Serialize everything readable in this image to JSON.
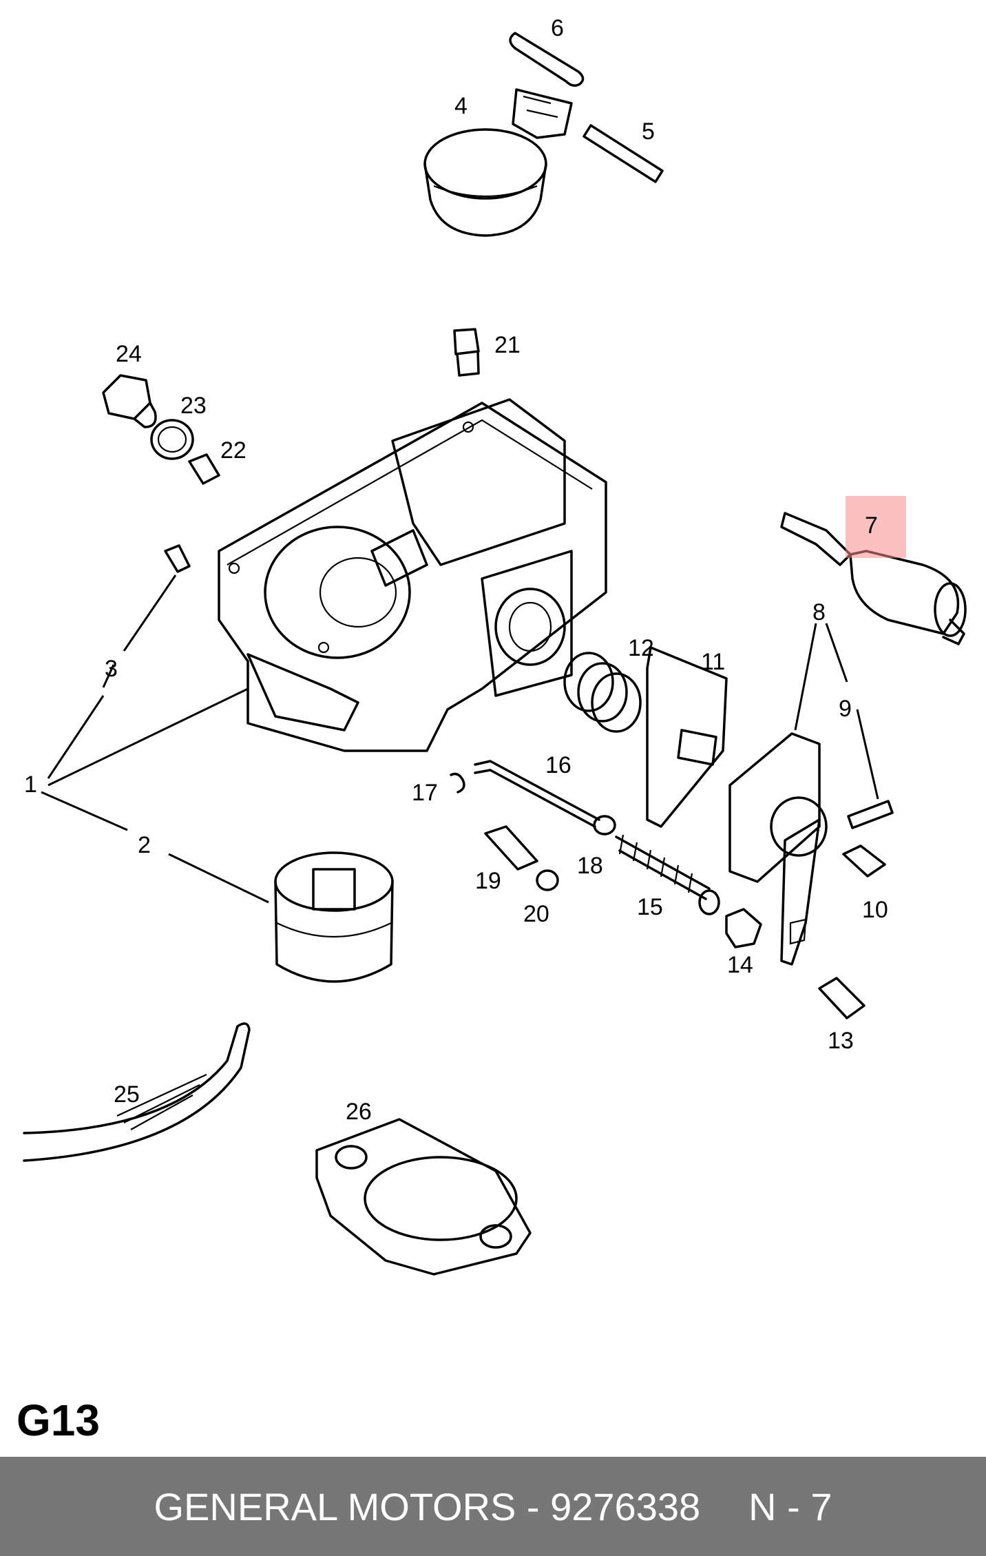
{
  "diagram": {
    "sheet_code": "G13",
    "callouts": [
      "1",
      "2",
      "3",
      "4",
      "5",
      "6",
      "7",
      "8",
      "9",
      "10",
      "11",
      "12",
      "13",
      "14",
      "15",
      "16",
      "17",
      "18",
      "19",
      "20",
      "21",
      "22",
      "23",
      "24",
      "25",
      "26"
    ],
    "highlighted_callout": "7",
    "highlight_color": "#F88C8C"
  },
  "footer": {
    "brand_part": "GENERAL MOTORS - 9276338",
    "position_ref": "N - 7",
    "background": "#777777"
  }
}
